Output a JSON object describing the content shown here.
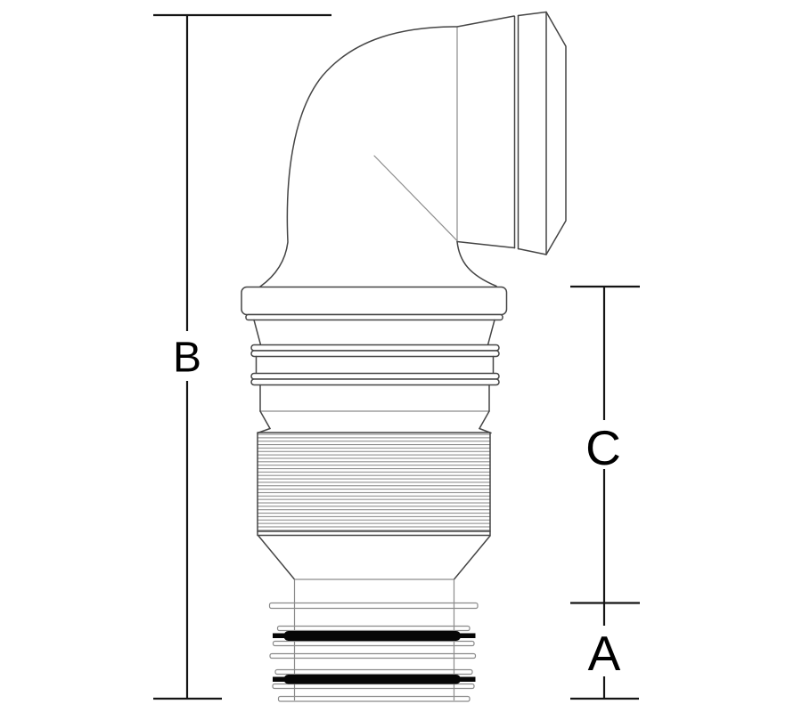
{
  "labels": {
    "overall_height": "B",
    "upper_section": "C",
    "lower_section": "A"
  },
  "colors": {
    "background": "#ffffff",
    "outline": "#454545",
    "detail": "#8c8c8c",
    "fin": "#8a8a8a",
    "seal": "#060606",
    "dimension": "#141414",
    "label": "#000000"
  }
}
